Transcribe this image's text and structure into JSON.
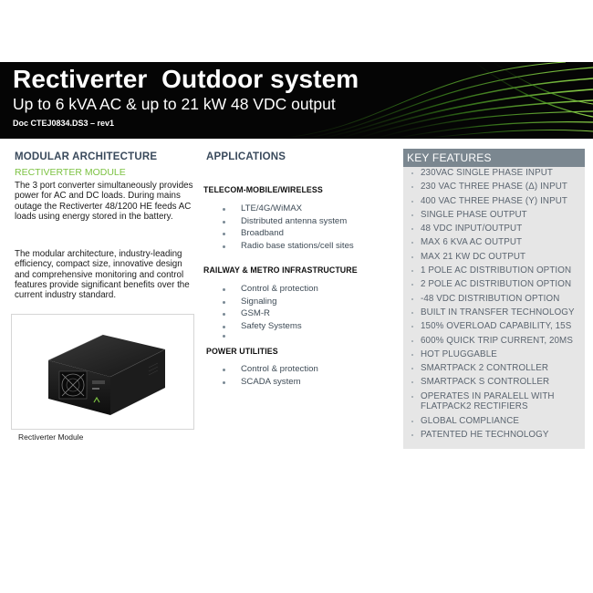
{
  "banner": {
    "title": "Rectiverter  Outdoor system",
    "subtitle": "Up to 6 kVA AC & up to 21 kW 48 VDC output",
    "doc_ref": "Doc CTEJ0834.DS3 – rev1"
  },
  "modular": {
    "heading": "MODULAR ARCHITECTURE",
    "subheading": "RECTIVERTER MODULE",
    "para1": "The 3 port converter simultaneously provides power for AC and DC loads. During mains outage the Rectiverter 48/1200 HE feeds AC loads using energy stored in the battery.",
    "para2": "The modular architecture, industry-leading efficiency, compact size, innovative design and comprehensive monitoring and control features provide significant benefits over the current industry standard.",
    "image_caption": "Rectiverter  Module"
  },
  "applications": {
    "heading": "APPLICATIONS",
    "groups": [
      {
        "title": "TELECOM-MOBILE/WIRELESS",
        "items": [
          "LTE/4G/WiMAX",
          "Distributed antenna system",
          "Broadband",
          "Radio base stations/cell sites"
        ]
      },
      {
        "title": "RAILWAY & METRO INFRASTRUCTURE",
        "items": [
          "Control & protection",
          "Signaling",
          "GSM-R",
          "Safety Systems"
        ]
      },
      {
        "title": "POWER UTILITIES",
        "items": [
          "Control & protection",
          "SCADA system"
        ]
      }
    ]
  },
  "key_features": {
    "heading": "KEY FEATURES",
    "items": [
      "230VAC SINGLE PHASE INPUT",
      "230 VAC THREE PHASE (Δ) INPUT",
      "400 VAC THREE PHASE (Y) INPUT",
      "SINGLE PHASE OUTPUT",
      "48 VDC INPUT/OUTPUT",
      "MAX 6 KVA AC OUTPUT",
      "MAX 21 KW DC OUTPUT",
      "1 POLE AC DISTRIBUTION OPTION",
      "2 POLE AC DISTRIBUTION OPTION",
      "-48 VDC DISTRIBUTION OPTION",
      "BUILT IN TRANSFER TECHNOLOGY",
      "150% OVERLOAD CAPABILITY, 15S",
      "600% QUICK TRIP CURRENT, 20MS",
      "HOT PLUGGABLE",
      "SMARTPACK 2 CONTROLLER",
      "SMARTPACK S CONTROLLER",
      "OPERATES IN PARALELL WITH FLATPACK2 RECTIFIERS",
      "GLOBAL COMPLIANCE",
      "PATENTED HE TECHNOLOGY"
    ]
  },
  "colors": {
    "banner_bg": "#050505",
    "accent_green": "#7cc242",
    "heading_slate": "#3a4a5c",
    "features_header": "#7b8790",
    "features_bg": "#e6e6e6"
  }
}
